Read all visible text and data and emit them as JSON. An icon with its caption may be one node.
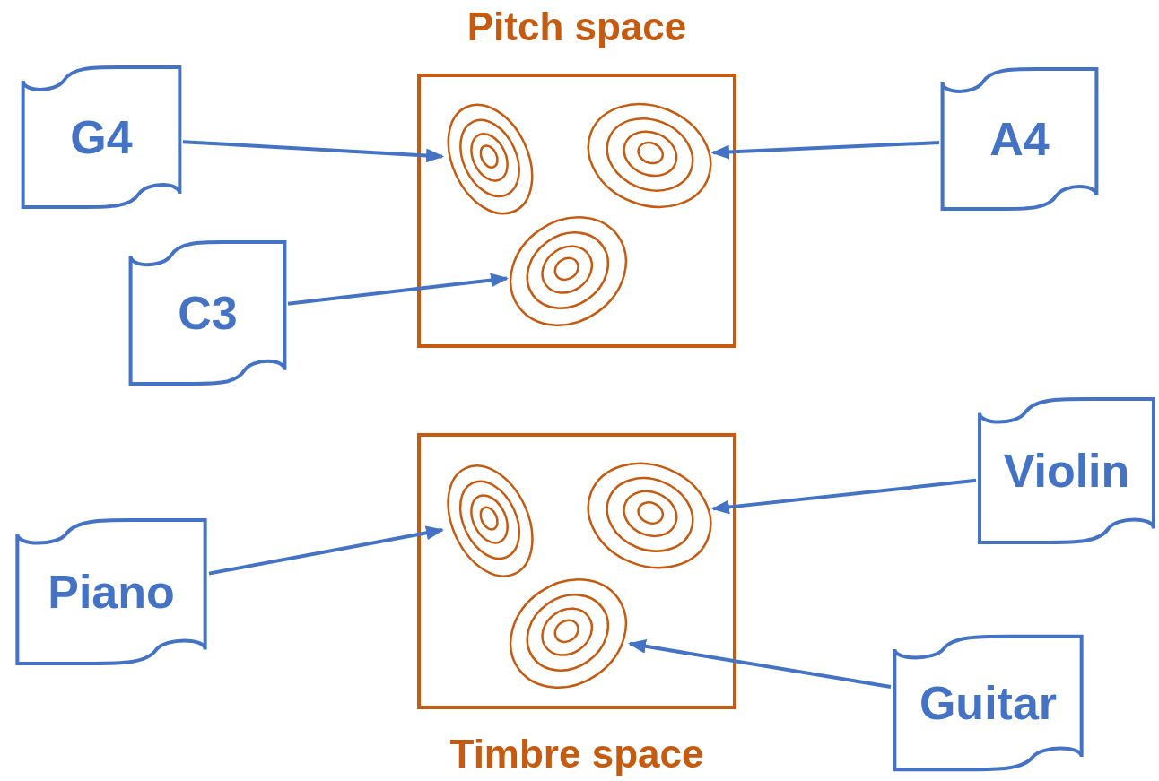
{
  "diagram": {
    "nodes": [
      {
        "text": [
          "Pitch space"
        ]
      },
      {
        "text": [],
        "shape": "ellipse",
        "in": 0
      },
      {
        "text": [],
        "shape": "ellipse",
        "in": 0
      },
      {
        "text": [],
        "shape": "ellipse",
        "in": 0
      },
      {
        "text": [
          "Timbre space"
        ]
      },
      {
        "text": [],
        "shape": "ellipse",
        "in": 4
      },
      {
        "text": [],
        "shape": "ellipse",
        "in": 4
      },
      {
        "text": [],
        "shape": "ellipse",
        "in": 4
      },
      {
        "text": [
          "G4"
        ]
      },
      {
        "text": [
          "A4"
        ]
      },
      {
        "text": [
          "C3"
        ]
      },
      {
        "text": [
          "Violin"
        ]
      },
      {
        "text": [
          "Piano"
        ]
      },
      {
        "text": [
          "Guitar"
        ]
      }
    ],
    "edges": [
      {
        "from": 8,
        "to": 1,
        "arrow": "to"
      },
      {
        "from": 9,
        "to": 2,
        "arrow": "to"
      },
      {
        "from": 10,
        "to": 3,
        "arrow": "to"
      },
      {
        "from": 11,
        "to": 6,
        "arrow": "to"
      },
      {
        "from": 12,
        "to": 5,
        "arrow": "to"
      },
      {
        "from": 13,
        "to": 7,
        "arrow": "to"
      }
    ]
  }
}
